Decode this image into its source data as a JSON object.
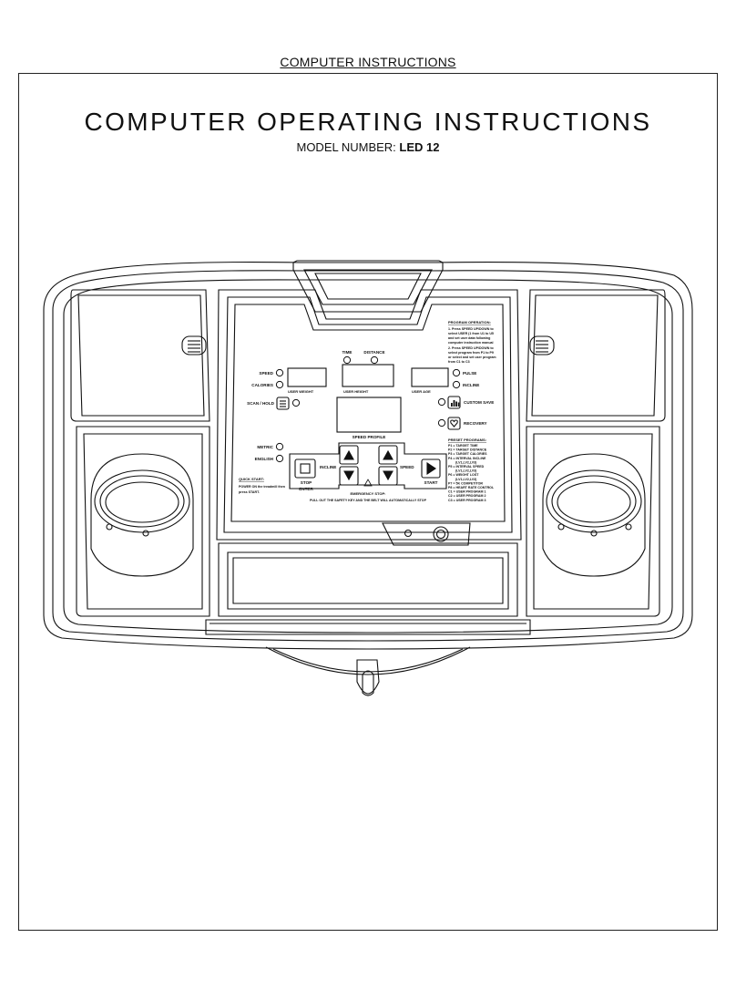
{
  "page": {
    "header": "COMPUTER INSTRUCTIONS",
    "title": "COMPUTER OPERATING INSTRUCTIONS",
    "model_prefix": "MODEL NUMBER:",
    "model_number": "LED 12"
  },
  "console": {
    "left_labels": {
      "speed": "SPEED",
      "calories": "CALORIES",
      "scan_hold": "SCAN / HOLD",
      "metric": "METRIC",
      "english": "ENGLISH"
    },
    "top_labels": {
      "time": "TIME",
      "distance": "DISTANCE"
    },
    "right_labels": {
      "pulse": "PULSE",
      "incline": "INCLINE",
      "custom_save": "CUSTOM SAVE",
      "recovery": "RECOVERY"
    },
    "window_labels": {
      "user_weight": "USER WEIGHT",
      "user_height": "USER HEIGHT",
      "user_age": "USER AGE",
      "speed_profile": "SPEED PROFILE"
    },
    "buttons": {
      "incline": "INCLINE",
      "speed": "SPEED",
      "stop": "STOP",
      "enter": "ENTER",
      "start": "START"
    },
    "quick_start": {
      "title": "QUICK START:",
      "line1": "POWER ON the treadmill then",
      "line2": "press START."
    },
    "emergency": {
      "title": "EMERGENCY STOP:",
      "text": "PULL OUT THE SAFETY KEY AND THE BELT WILL AUTOMATICALLY STOP"
    },
    "program_operation": {
      "title": "PROGRAM OPERATION:",
      "lines": [
        "1. Press SPEED UP/DOWN to",
        "select USER (1 from U1 to U5",
        "and set user data following",
        "computer instruction manual",
        "",
        "2. Press SPEED UP/DOWN to",
        "select program from P1 to P9",
        "or select and set user program",
        "from C1 to C3"
      ]
    },
    "preset_programs": {
      "title": "PRESET PROGRAMS:",
      "lines": [
        "P1 = TARGET TIME",
        "P2 = TARGET DISTANCE",
        "P3 = TARGET CALORIES",
        "P4 = INTERVAL INCLINE",
        "(LV1,LV2,LV3)",
        "P5 = INTERVAL SPEED",
        "(LV1,LV2,LV3)",
        "P6 = WEIGHT LOST",
        "(LV1,LV2,LV3)",
        "P7 = 5K COMPETITOR",
        "P8 = HEART RATE CONTROL",
        "C1 = USER PROGRAM 1",
        "C2 = USER PROGRAM 2",
        "C3 = USER PROGRAM 3"
      ]
    }
  }
}
